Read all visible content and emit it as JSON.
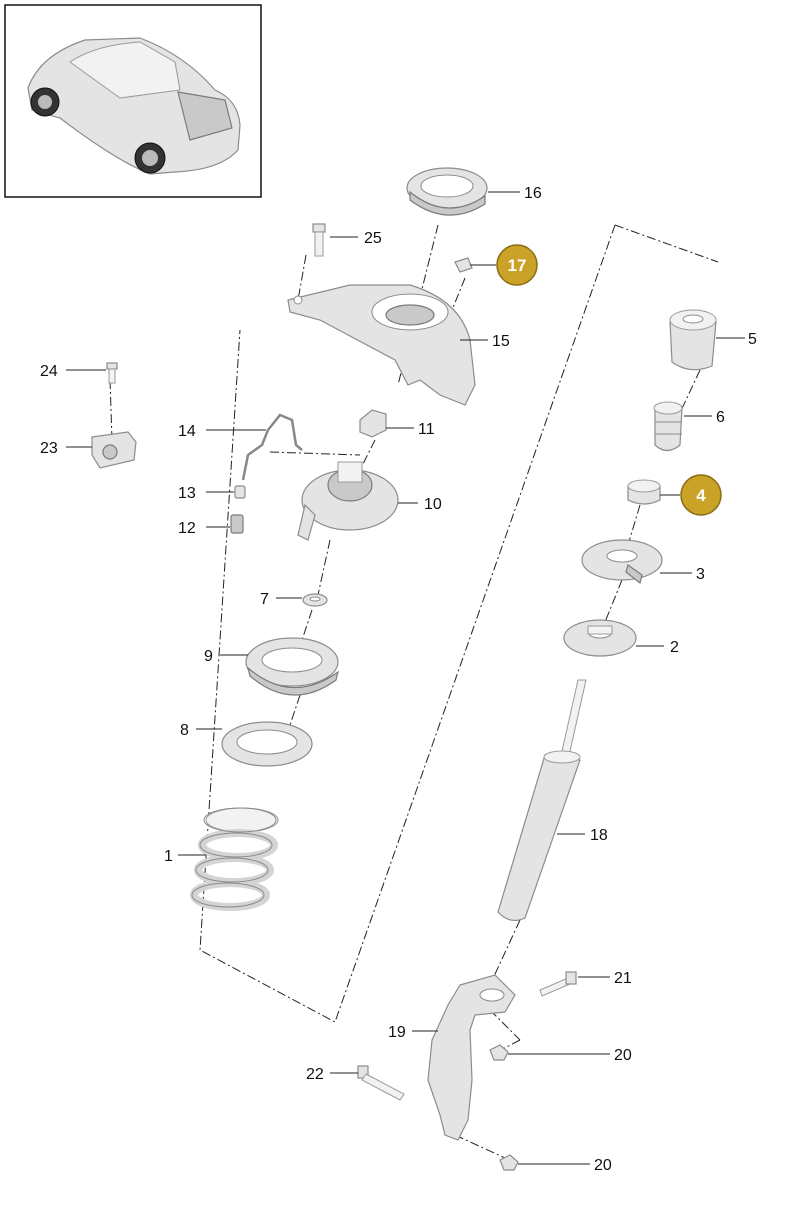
{
  "callouts": {
    "c1": "1",
    "c2": "2",
    "c3": "3",
    "c4": "4",
    "c5": "5",
    "c6": "6",
    "c7": "7",
    "c8": "8",
    "c9": "9",
    "c10": "10",
    "c11": "11",
    "c12": "12",
    "c13": "13",
    "c14": "14",
    "c15": "15",
    "c16": "16",
    "c17": "17",
    "c18": "18",
    "c19": "19",
    "c20a": "20",
    "c20b": "20",
    "c21": "21",
    "c22": "22",
    "c23": "23",
    "c24": "24",
    "c25": "25"
  },
  "colors": {
    "highlight_badge": "#c9a227",
    "badge_border": "#8a6d12"
  }
}
